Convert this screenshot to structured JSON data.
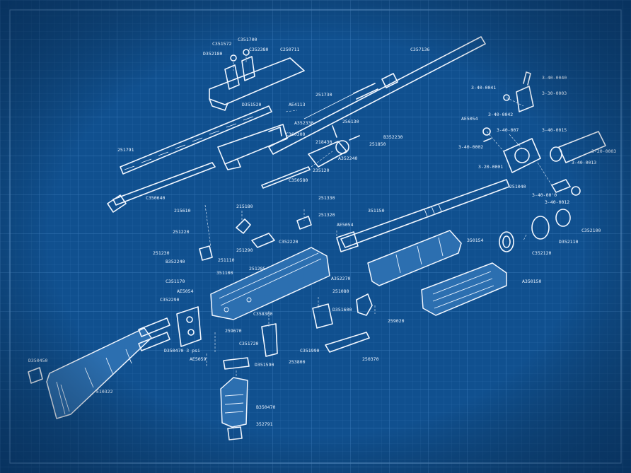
{
  "colors": {
    "background": "#10508f",
    "grid_minor": "#2a69a8",
    "grid_major": "#3a7bbb",
    "line": "#f2f7ff"
  },
  "labels": {
    "c351572": "C351572",
    "c351700": "C351700",
    "d352180": "D352180",
    "c352380": "C352380",
    "c250711": "C250711",
    "c357136": "C357136",
    "d351520": "D351520",
    "b1_251730": "251730",
    "ae4113": "AE4113",
    "a352330": "A352330",
    "b1_251791": "251791",
    "c350640": "C350640",
    "c360300": "C360300",
    "b1_256130": "256130",
    "b352230": "B352230",
    "b1_218430": "218430",
    "b1_251850": "251850",
    "a352240": "A352240",
    "b1_235120": "235120",
    "c350580": "C350580",
    "r3_40_0041": "3-40-0041",
    "r3_40_0040": "3-40-0040",
    "r3_30_0003": "3-30-0003",
    "r3_40_0042": "3-40-0042",
    "ae5054": "AE5054",
    "r3_40_007": "3-40-007",
    "r3_40_0015": "3-40-0015",
    "r3_40_0002": "3-40-0002",
    "r3_20_0003": "3-20-0003",
    "r3_20_0001": "3-20-0001",
    "r3_40_0013": "3-40-0013",
    "b1_251040": "251040",
    "r3_40_0010": "3-40-00'0",
    "r3_40_0012": "3-40-0012",
    "b1_215610": "215610",
    "b1_215180": "215180",
    "b1_251330": "251330",
    "b1_351150": "351150",
    "b1_251320": "251320",
    "ae5054b": "AE5054",
    "b1_251220": "251220",
    "c352220": "C352220",
    "b1_350154": "350154",
    "b1_251230": "251230",
    "b1_251290": "251290",
    "b352240": "B352240",
    "b1_251110": "251110",
    "b1_251285": "251285",
    "b1_351100": "351100",
    "a352270": "A352270",
    "c351170": "C351170",
    "ae5054c": "AE5054",
    "c352120": "C352120",
    "d352110": "D352110",
    "c352100": "C352100",
    "a350150": "A350150",
    "c352290": "C352290",
    "b1_251080": "251080",
    "c358300": "C358300",
    "d351600": "D351600",
    "b1_259020": "259020",
    "b1_259670": "259670",
    "d350450": "D350450",
    "d350470": "D350470 3 psi",
    "ae5059": "AE5059",
    "c351720": "C351720",
    "c351990": "C351990",
    "d351590": "D351590",
    "b1_253800": "253800",
    "b1_250370": "250370",
    "e10322": "E10322",
    "b350470": "B350470",
    "b1_352791": "352791"
  }
}
